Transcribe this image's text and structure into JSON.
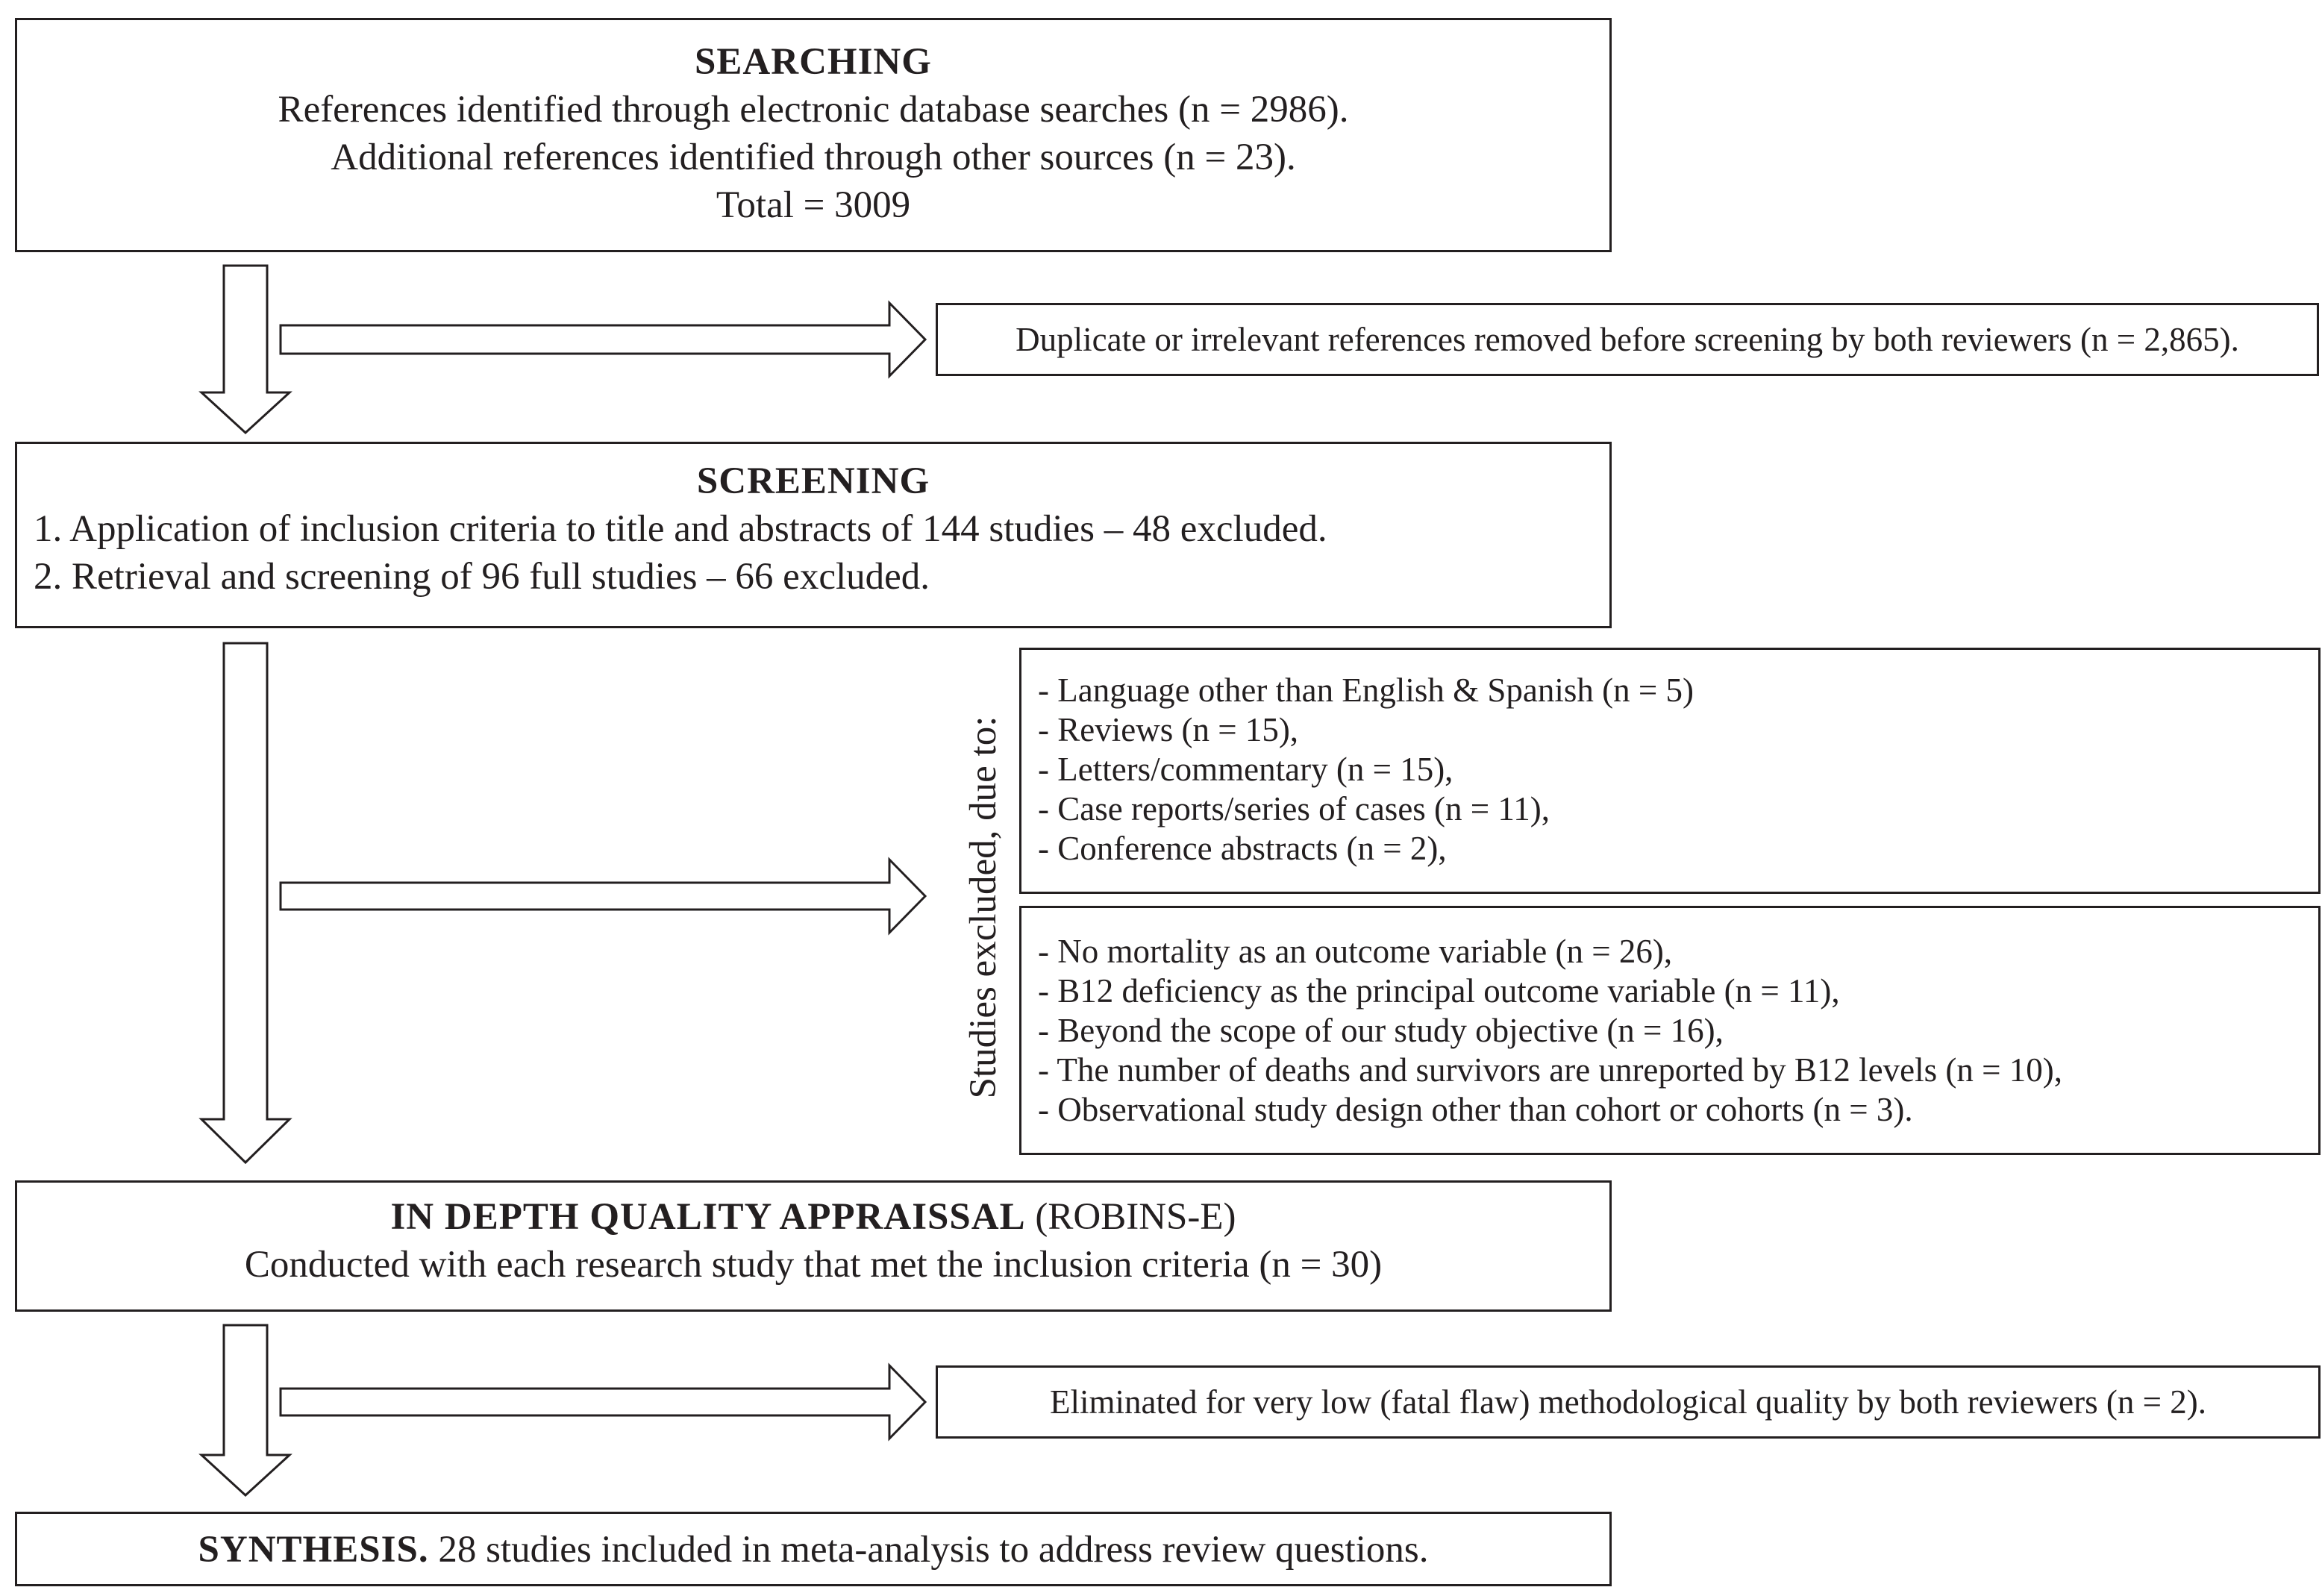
{
  "searching": {
    "title": "SEARCHING",
    "lines": [
      "References identified through electronic database searches (n = 2986).",
      "Additional references identified through other sources (n = 23).",
      "Total = 3009"
    ]
  },
  "removed": {
    "text": "Duplicate or irrelevant references removed before screening by both reviewers (n = 2,865)."
  },
  "screening": {
    "title": "SCREENING",
    "lines": [
      "1. Application of inclusion criteria to title and abstracts of 144 studies – 48 excluded.",
      "2. Retrieval and screening of 96 full studies – 66 excluded."
    ]
  },
  "excluded": {
    "label": "Studies excluded, due to:",
    "group1": [
      "- Language other than English & Spanish (n = 5)",
      "- Reviews (n = 15),",
      "- Letters/commentary (n = 15),",
      "- Case reports/series of cases (n = 11),",
      "- Conference abstracts (n = 2),"
    ],
    "group2": [
      "- No mortality as an outcome variable (n = 26),",
      "- B12 deficiency as the principal outcome variable (n = 11),",
      "- Beyond the scope of our study objective (n = 16),",
      "- The number of deaths and survivors are unreported by B12 levels (n = 10),",
      "- Observational study design other than cohort or cohorts (n = 3)."
    ]
  },
  "appraisal": {
    "title": "IN DEPTH QUALITY APPRAISSAL",
    "title_suffix": " (ROBINS-E)",
    "line": "Conducted with each research study that met the inclusion criteria (n = 30)"
  },
  "eliminated": {
    "text": "Eliminated for very low (fatal flaw) methodological quality by both reviewers (n = 2)."
  },
  "synthesis": {
    "title": "SYNTHESIS.",
    "text": " 28 studies included in meta-analysis to address review questions."
  },
  "colors": {
    "ink": "#231f20",
    "background": "#ffffff"
  }
}
